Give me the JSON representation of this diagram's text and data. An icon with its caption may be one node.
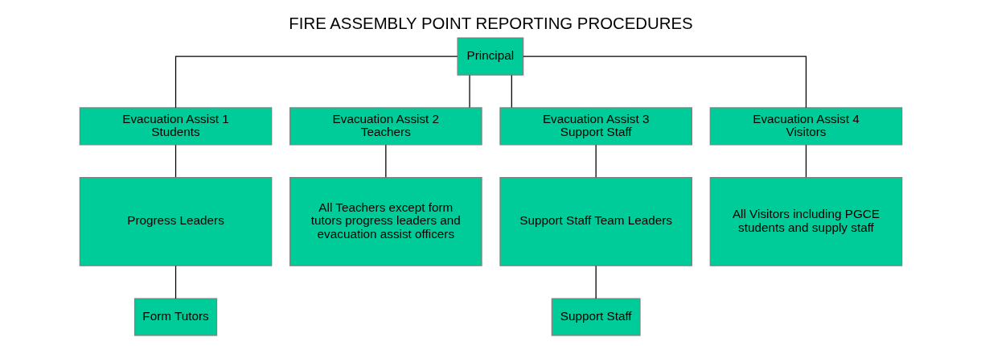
{
  "diagram": {
    "title": "FIRE ASSEMBLY POINT REPORTING PROCEDURES",
    "nodes": [
      {
        "text": [
          "Principal"
        ]
      },
      {
        "text": [
          "Evacuation Assist 1",
          "Students"
        ]
      },
      {
        "text": [
          "Evacuation Assist 2",
          "Teachers"
        ]
      },
      {
        "text": [
          "Evacuation Assist 3",
          "Support Staff"
        ]
      },
      {
        "text": [
          "Evacuation Assist 4",
          "Visitors"
        ]
      },
      {
        "text": [
          "Progress Leaders"
        ]
      },
      {
        "text": [
          "All Teachers except form tutors progress leaders and evacuation assist officers"
        ]
      },
      {
        "text": [
          "Support Staff Team Leaders"
        ]
      },
      {
        "text": [
          "All Visitors including PGCE students and supply staff"
        ]
      },
      {
        "text": [
          "Form Tutors"
        ]
      },
      {
        "text": [
          "Support Staff"
        ]
      }
    ],
    "edges": [
      {
        "from": 0,
        "to": 1,
        "arrow": "none"
      },
      {
        "from": 0,
        "to": 2,
        "arrow": "none"
      },
      {
        "from": 0,
        "to": 3,
        "arrow": "none"
      },
      {
        "from": 0,
        "to": 4,
        "arrow": "none"
      },
      {
        "from": 1,
        "to": 5,
        "arrow": "none"
      },
      {
        "from": 2,
        "to": 6,
        "arrow": "none"
      },
      {
        "from": 3,
        "to": 7,
        "arrow": "none"
      },
      {
        "from": 4,
        "to": 8,
        "arrow": "none"
      },
      {
        "from": 5,
        "to": 9,
        "arrow": "none"
      },
      {
        "from": 7,
        "to": 10,
        "arrow": "none"
      }
    ]
  }
}
